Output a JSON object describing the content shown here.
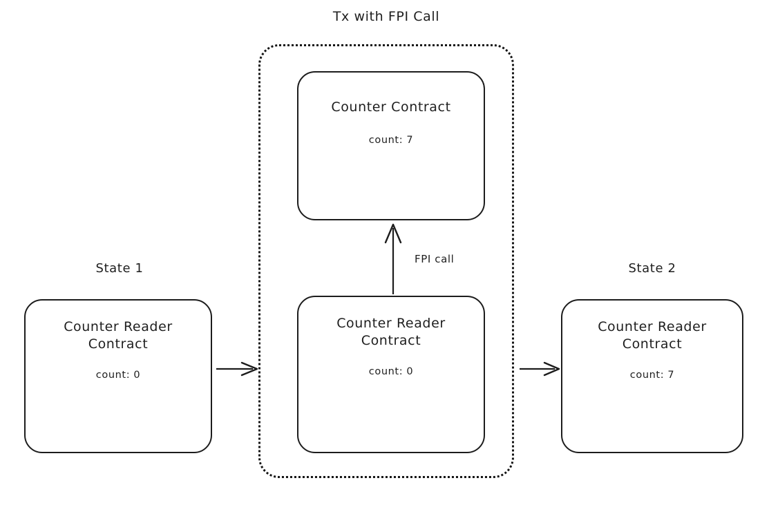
{
  "diagram": {
    "title": "Tx with FPI Call",
    "background_color": "#ffffff",
    "stroke_color": "#1c1c1c",
    "text_color": "#1e1e1e"
  },
  "states": {
    "left_label": "State 1",
    "right_label": "State 2"
  },
  "nodes": {
    "counter_contract": {
      "title": "Counter Contract",
      "count": "count: 7"
    },
    "reader_before": {
      "title": "Counter Reader\nContract",
      "count": "count: 0"
    },
    "reader_inside_tx": {
      "title": "Counter Reader\nContract",
      "count": "count: 0"
    },
    "reader_after": {
      "title": "Counter Reader\nContract",
      "count": "count: 7"
    }
  },
  "edges": {
    "fpi_call_label": "FPI call",
    "state1_to_tx": "",
    "tx_to_state2": ""
  }
}
